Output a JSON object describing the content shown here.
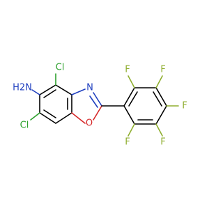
{
  "colors": {
    "carbon_bond": "#000000",
    "chlorine": "#2ca02c",
    "fluorine": "#8fae2f",
    "nitrogen": "#1f3fbf",
    "oxygen": "#d62728",
    "background": "#ffffff"
  },
  "atoms": {
    "nh2": "H2N",
    "cl_top": "Cl",
    "cl_bottom": "Cl",
    "n_ring": "N",
    "o_ring": "O",
    "f_ortho_top": "F",
    "f_meta_top": "F",
    "f_para": "F",
    "f_meta_bottom": "F",
    "f_ortho_bottom": "F"
  }
}
